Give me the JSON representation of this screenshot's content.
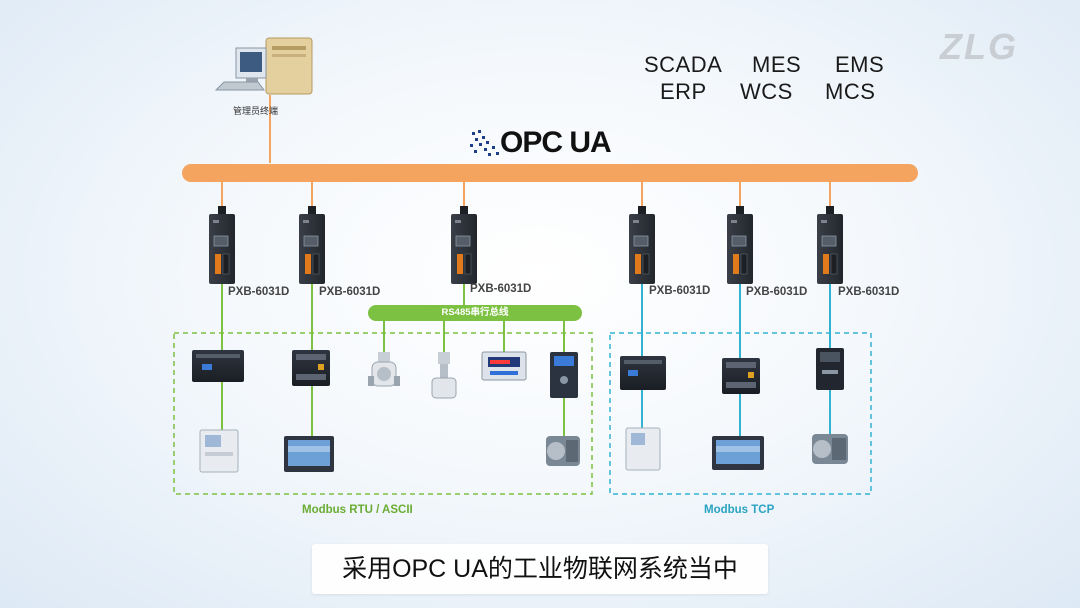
{
  "brand": {
    "logo_text": "ZLG"
  },
  "protocol_logo": "OPC UA",
  "admin_terminal": {
    "label": "管理员终端"
  },
  "systems": {
    "row1": [
      "SCADA",
      "MES",
      "EMS"
    ],
    "row2": [
      "ERP",
      "WCS",
      "MCS"
    ]
  },
  "gateways": [
    "PXB-6031D",
    "PXB-6031D",
    "PXB-6031D",
    "PXB-6031D",
    "PXB-6031D",
    "PXB-6031D"
  ],
  "serial_bus_label": "RS485串行总线",
  "regions": {
    "rtu": {
      "label": "Modbus RTU / ASCII"
    },
    "tcp": {
      "label": "Modbus TCP"
    }
  },
  "subtitle": "采用OPC UA的工业物联网系统当中",
  "colors": {
    "backbone": "#f5a45f",
    "rtu_green": "#7cc142",
    "tcp_blue": "#33b3d1",
    "gateway_body": "#2c3038"
  }
}
